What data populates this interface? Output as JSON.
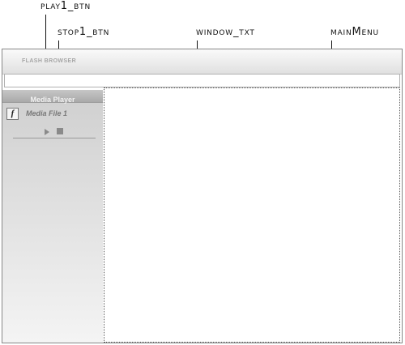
{
  "callouts": {
    "play1_btn": "PLAY1_BTN",
    "stop1_btn": "STOP1_BTN",
    "window_txt": "WINDOW_TXT",
    "main_menu": "mainMenu"
  },
  "app": {
    "title": "FLASH BROWSER",
    "sidebar": {
      "header": "Media Player",
      "items": [
        {
          "icon": "flash-icon",
          "icon_glyph": "f",
          "label": "Media File 1"
        }
      ],
      "controls": {
        "play_icon": "play-icon",
        "stop_icon": "stop-icon"
      }
    }
  },
  "colors": {
    "title_bar": "#e8e8e8",
    "sidebar_header": "#b0b0b0",
    "sidebar": "#e0e0e0",
    "controls": "#8a8a8a",
    "leader_lines": "#111111"
  }
}
